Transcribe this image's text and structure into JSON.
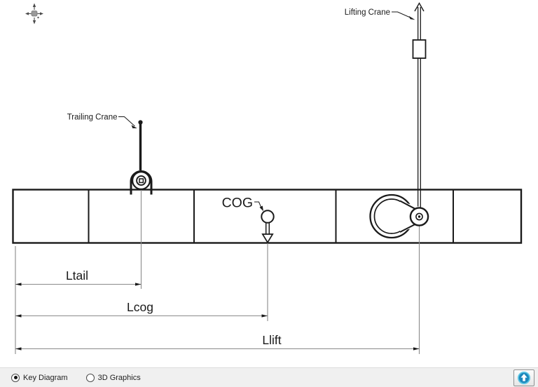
{
  "diagram": {
    "labels": {
      "trailing_crane": "Trailing Crane",
      "lifting_crane": "Lifting Crane",
      "cog": "COG",
      "ltail": "Ltail",
      "lcog": "Lcog",
      "llift": "Llift"
    }
  },
  "footer": {
    "options": [
      {
        "label": "Key Diagram",
        "selected": true
      },
      {
        "label": "3D Graphics",
        "selected": false
      }
    ]
  },
  "colors": {
    "line": "#1a1a1a",
    "dimension_gray": "#8a8a8a",
    "footer_bg": "#f0f0f0",
    "icon_blue_dark": "#1d88bc",
    "icon_blue_light": "#5cc6e4"
  }
}
